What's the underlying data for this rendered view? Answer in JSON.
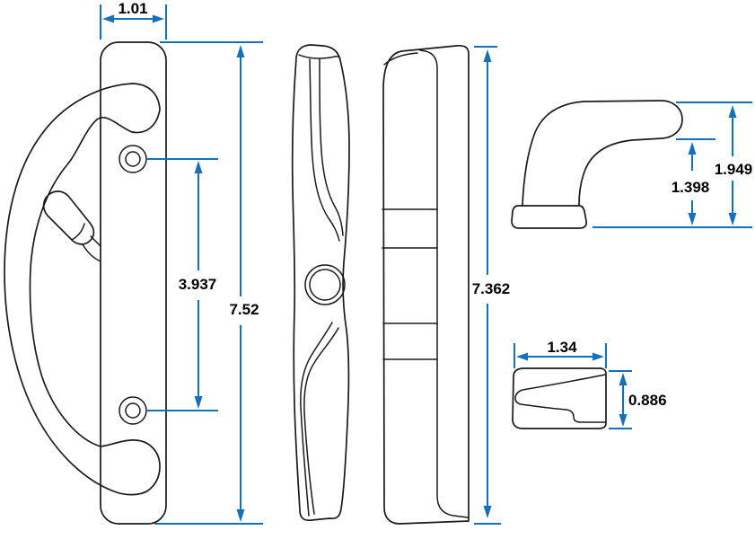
{
  "drawing": {
    "title": "Door handle set dimensional drawing",
    "colors": {
      "dimension_blue": "#1470bb",
      "outline_black": "#1a1a1a",
      "background": "#ffffff"
    },
    "dimensions": {
      "plate_width": "1.01",
      "screw_hole_spacing": "3.937",
      "plate_height": "7.52",
      "body_height": "7.362",
      "lever_total_height": "1.949",
      "lever_clearance_height": "1.398",
      "base_length": "1.34",
      "base_height": "0.886"
    }
  }
}
